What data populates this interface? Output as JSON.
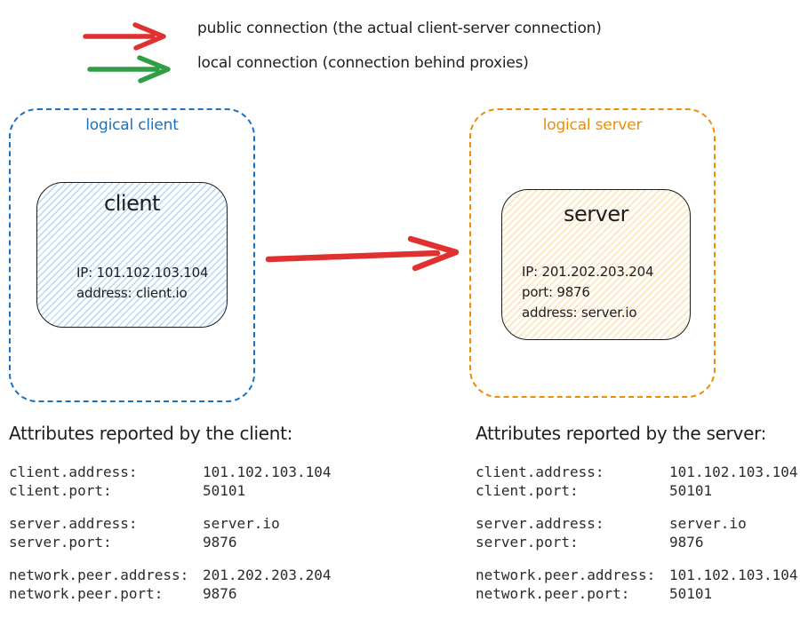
{
  "colors": {
    "red": "#e03131",
    "green": "#2f9e44",
    "blue": "#1971c2",
    "orange": "#f08c00",
    "ink": "#1e1e1e"
  },
  "legend": {
    "public_label": "public connection (the actual client-server connection)",
    "local_label": "local connection (connection behind proxies)"
  },
  "client_group": {
    "label": "logical client",
    "node": {
      "title": "client",
      "lines": [
        "IP: 101.102.103.104",
        "address: client.io"
      ]
    }
  },
  "server_group": {
    "label": "logical server",
    "node": {
      "title": "server",
      "lines": [
        "IP: 201.202.203.204",
        "port: 9876",
        "address: server.io"
      ]
    }
  },
  "attrs_client": {
    "heading": "Attributes reported by the client:",
    "groups": [
      [
        {
          "key": "client.address:",
          "value": "101.102.103.104"
        },
        {
          "key": "client.port:",
          "value": "50101"
        }
      ],
      [
        {
          "key": "server.address:",
          "value": "server.io"
        },
        {
          "key": "server.port:",
          "value": "9876"
        }
      ],
      [
        {
          "key": "network.peer.address:",
          "value": "201.202.203.204"
        },
        {
          "key": "network.peer.port:",
          "value": "9876"
        }
      ]
    ]
  },
  "attrs_server": {
    "heading": "Attributes reported by the server:",
    "groups": [
      [
        {
          "key": "client.address:",
          "value": "101.102.103.104"
        },
        {
          "key": "client.port:",
          "value": "50101"
        }
      ],
      [
        {
          "key": "server.address:",
          "value": "server.io"
        },
        {
          "key": "server.port:",
          "value": "9876"
        }
      ],
      [
        {
          "key": "network.peer.address:",
          "value": "101.102.103.104"
        },
        {
          "key": "network.peer.port:",
          "value": "50101"
        }
      ]
    ]
  }
}
